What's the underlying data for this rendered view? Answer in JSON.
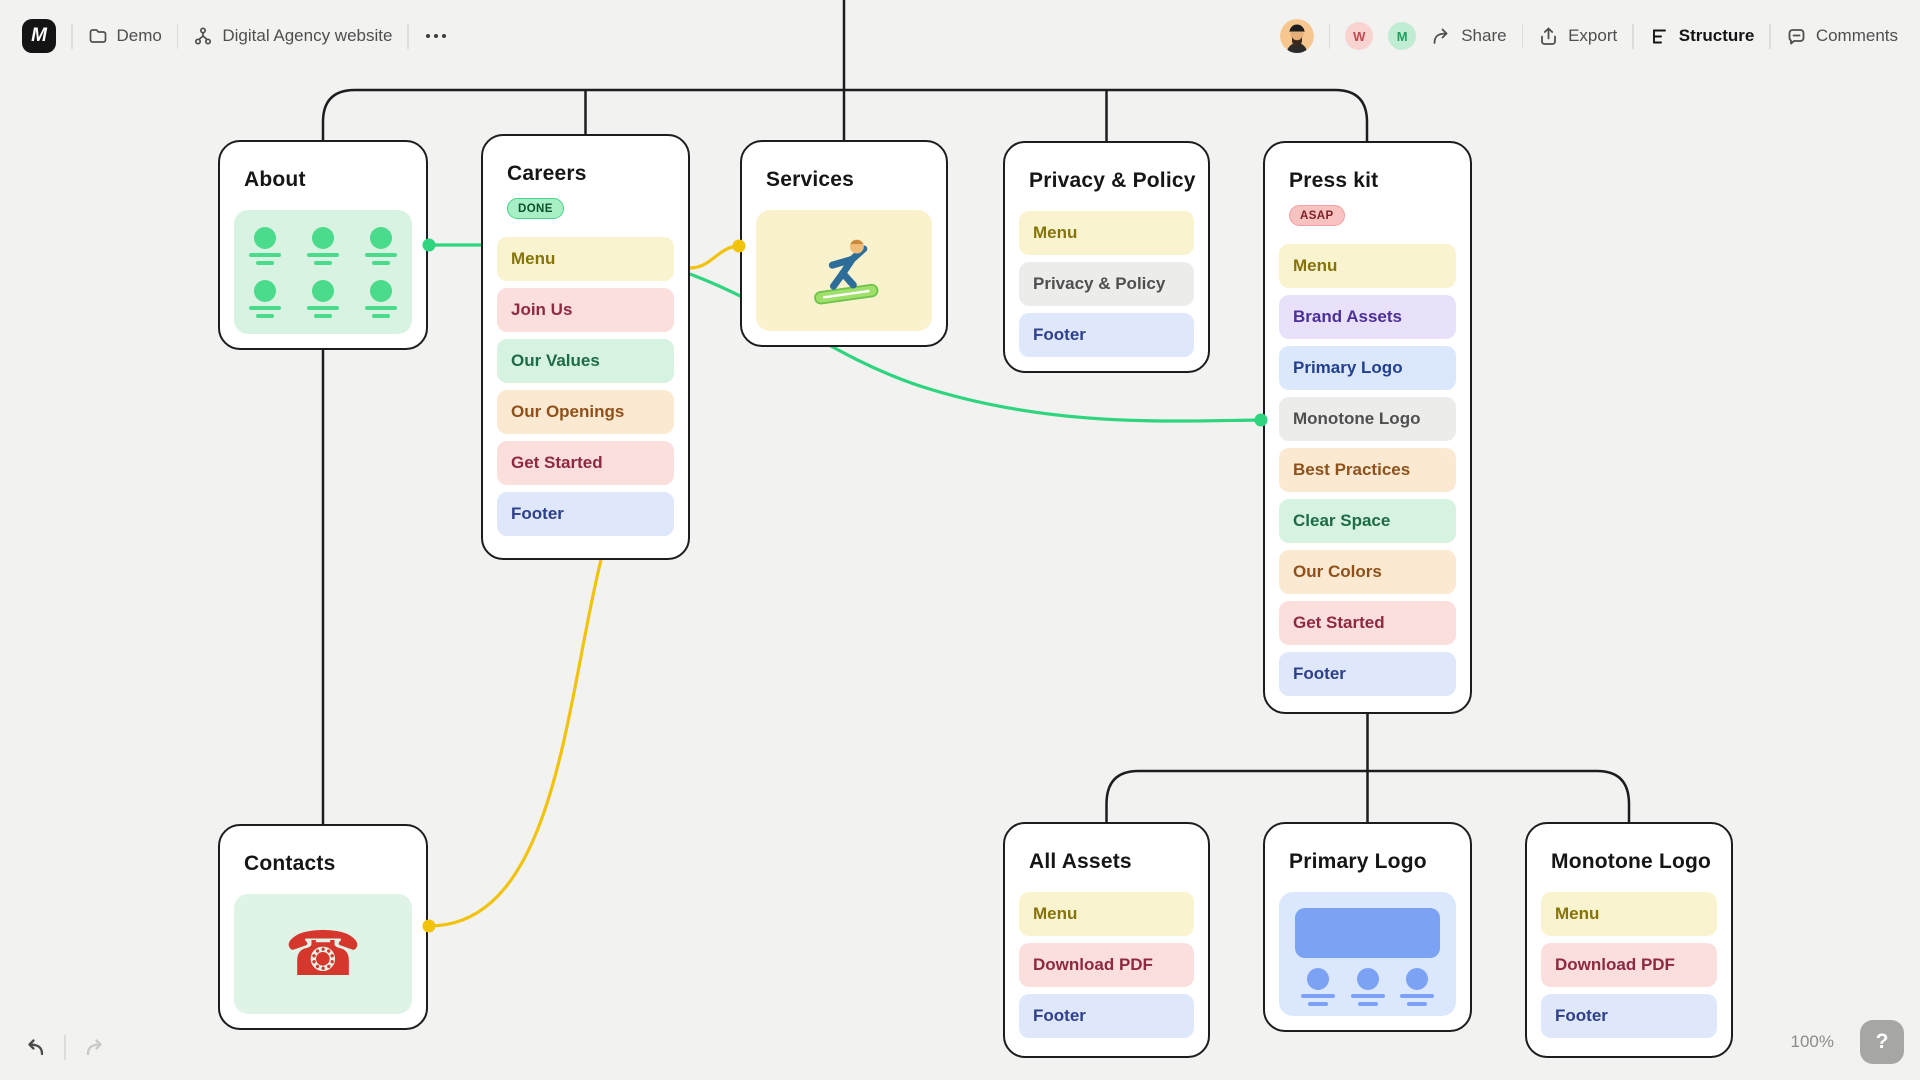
{
  "colors": {
    "canvas-bg": "#f2f2f0",
    "line": "#1d1d1f",
    "conn-green": "#2ed47e",
    "conn-yellow": "#f2c30d"
  },
  "topbar": {
    "logo_letter": "M",
    "project_name": "Demo",
    "sitemap_name": "Digital Agency website",
    "collaborators": [
      {
        "initial": "W"
      },
      {
        "initial": "M"
      }
    ],
    "share_label": "Share",
    "export_label": "Export",
    "structure_label": "Structure",
    "comments_label": "Comments"
  },
  "cards": {
    "about": {
      "title": "About"
    },
    "careers": {
      "title": "Careers",
      "badge": {
        "label": "DONE",
        "color": "green"
      },
      "items": [
        {
          "label": "Menu",
          "color": "yellow"
        },
        {
          "label": "Join Us",
          "color": "pink"
        },
        {
          "label": "Our Values",
          "color": "green"
        },
        {
          "label": "Our Openings",
          "color": "orange"
        },
        {
          "label": "Get Started",
          "color": "pink"
        },
        {
          "label": "Footer",
          "color": "blue"
        }
      ]
    },
    "services": {
      "title": "Services"
    },
    "privacy_policy": {
      "title": "Privacy & Policy",
      "items": [
        {
          "label": "Menu",
          "color": "yellow"
        },
        {
          "label": "Privacy & Policy",
          "color": "gray"
        },
        {
          "label": "Footer",
          "color": "blue"
        }
      ]
    },
    "press_kit": {
      "title": "Press kit",
      "badge": {
        "label": "ASAP",
        "color": "red"
      },
      "items": [
        {
          "label": "Menu",
          "color": "yellow"
        },
        {
          "label": "Brand Assets",
          "color": "purple"
        },
        {
          "label": "Primary Logo",
          "color": "lightblue"
        },
        {
          "label": "Monotone Logo",
          "color": "gray"
        },
        {
          "label": "Best Practices",
          "color": "orange"
        },
        {
          "label": "Clear Space",
          "color": "green"
        },
        {
          "label": "Our Colors",
          "color": "orange"
        },
        {
          "label": "Get Started",
          "color": "pink"
        },
        {
          "label": "Footer",
          "color": "blue"
        }
      ]
    },
    "contacts": {
      "title": "Contacts",
      "icon_char": "☎"
    },
    "all_assets": {
      "title": "All Assets",
      "items": [
        {
          "label": "Menu",
          "color": "yellow"
        },
        {
          "label": "Download PDF",
          "color": "pink"
        },
        {
          "label": "Footer",
          "color": "blue"
        }
      ]
    },
    "primary_logo": {
      "title": "Primary Logo"
    },
    "monotone_logo": {
      "title": "Monotone Logo",
      "items": [
        {
          "label": "Menu",
          "color": "yellow"
        },
        {
          "label": "Download PDF",
          "color": "pink"
        },
        {
          "label": "Footer",
          "color": "blue"
        }
      ]
    }
  },
  "statusbar": {
    "zoom_level": "100%",
    "help_label": "?"
  }
}
